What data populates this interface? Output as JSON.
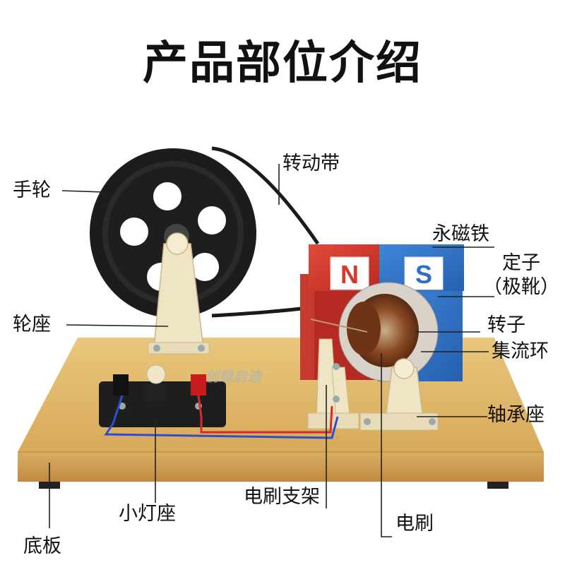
{
  "title": "产品部位介绍",
  "watermark": "创想启迪",
  "magnet": {
    "north": "N",
    "south": "S",
    "north_color": "#d8372b",
    "south_color": "#2f6fc6"
  },
  "labels": {
    "handwheel": "手轮",
    "belt": "转动带",
    "permanent_magnet": "永磁铁",
    "stator_line1": "定子",
    "stator_line2": "（极靴）",
    "rotor": "转子",
    "slip_ring": "集流环",
    "wheel_seat": "轮座",
    "bearing_seat": "轴承座",
    "brush_holder": "电刷支架",
    "lamp_holder": "小灯座",
    "brush": "电刷",
    "base_plate": "底板"
  }
}
